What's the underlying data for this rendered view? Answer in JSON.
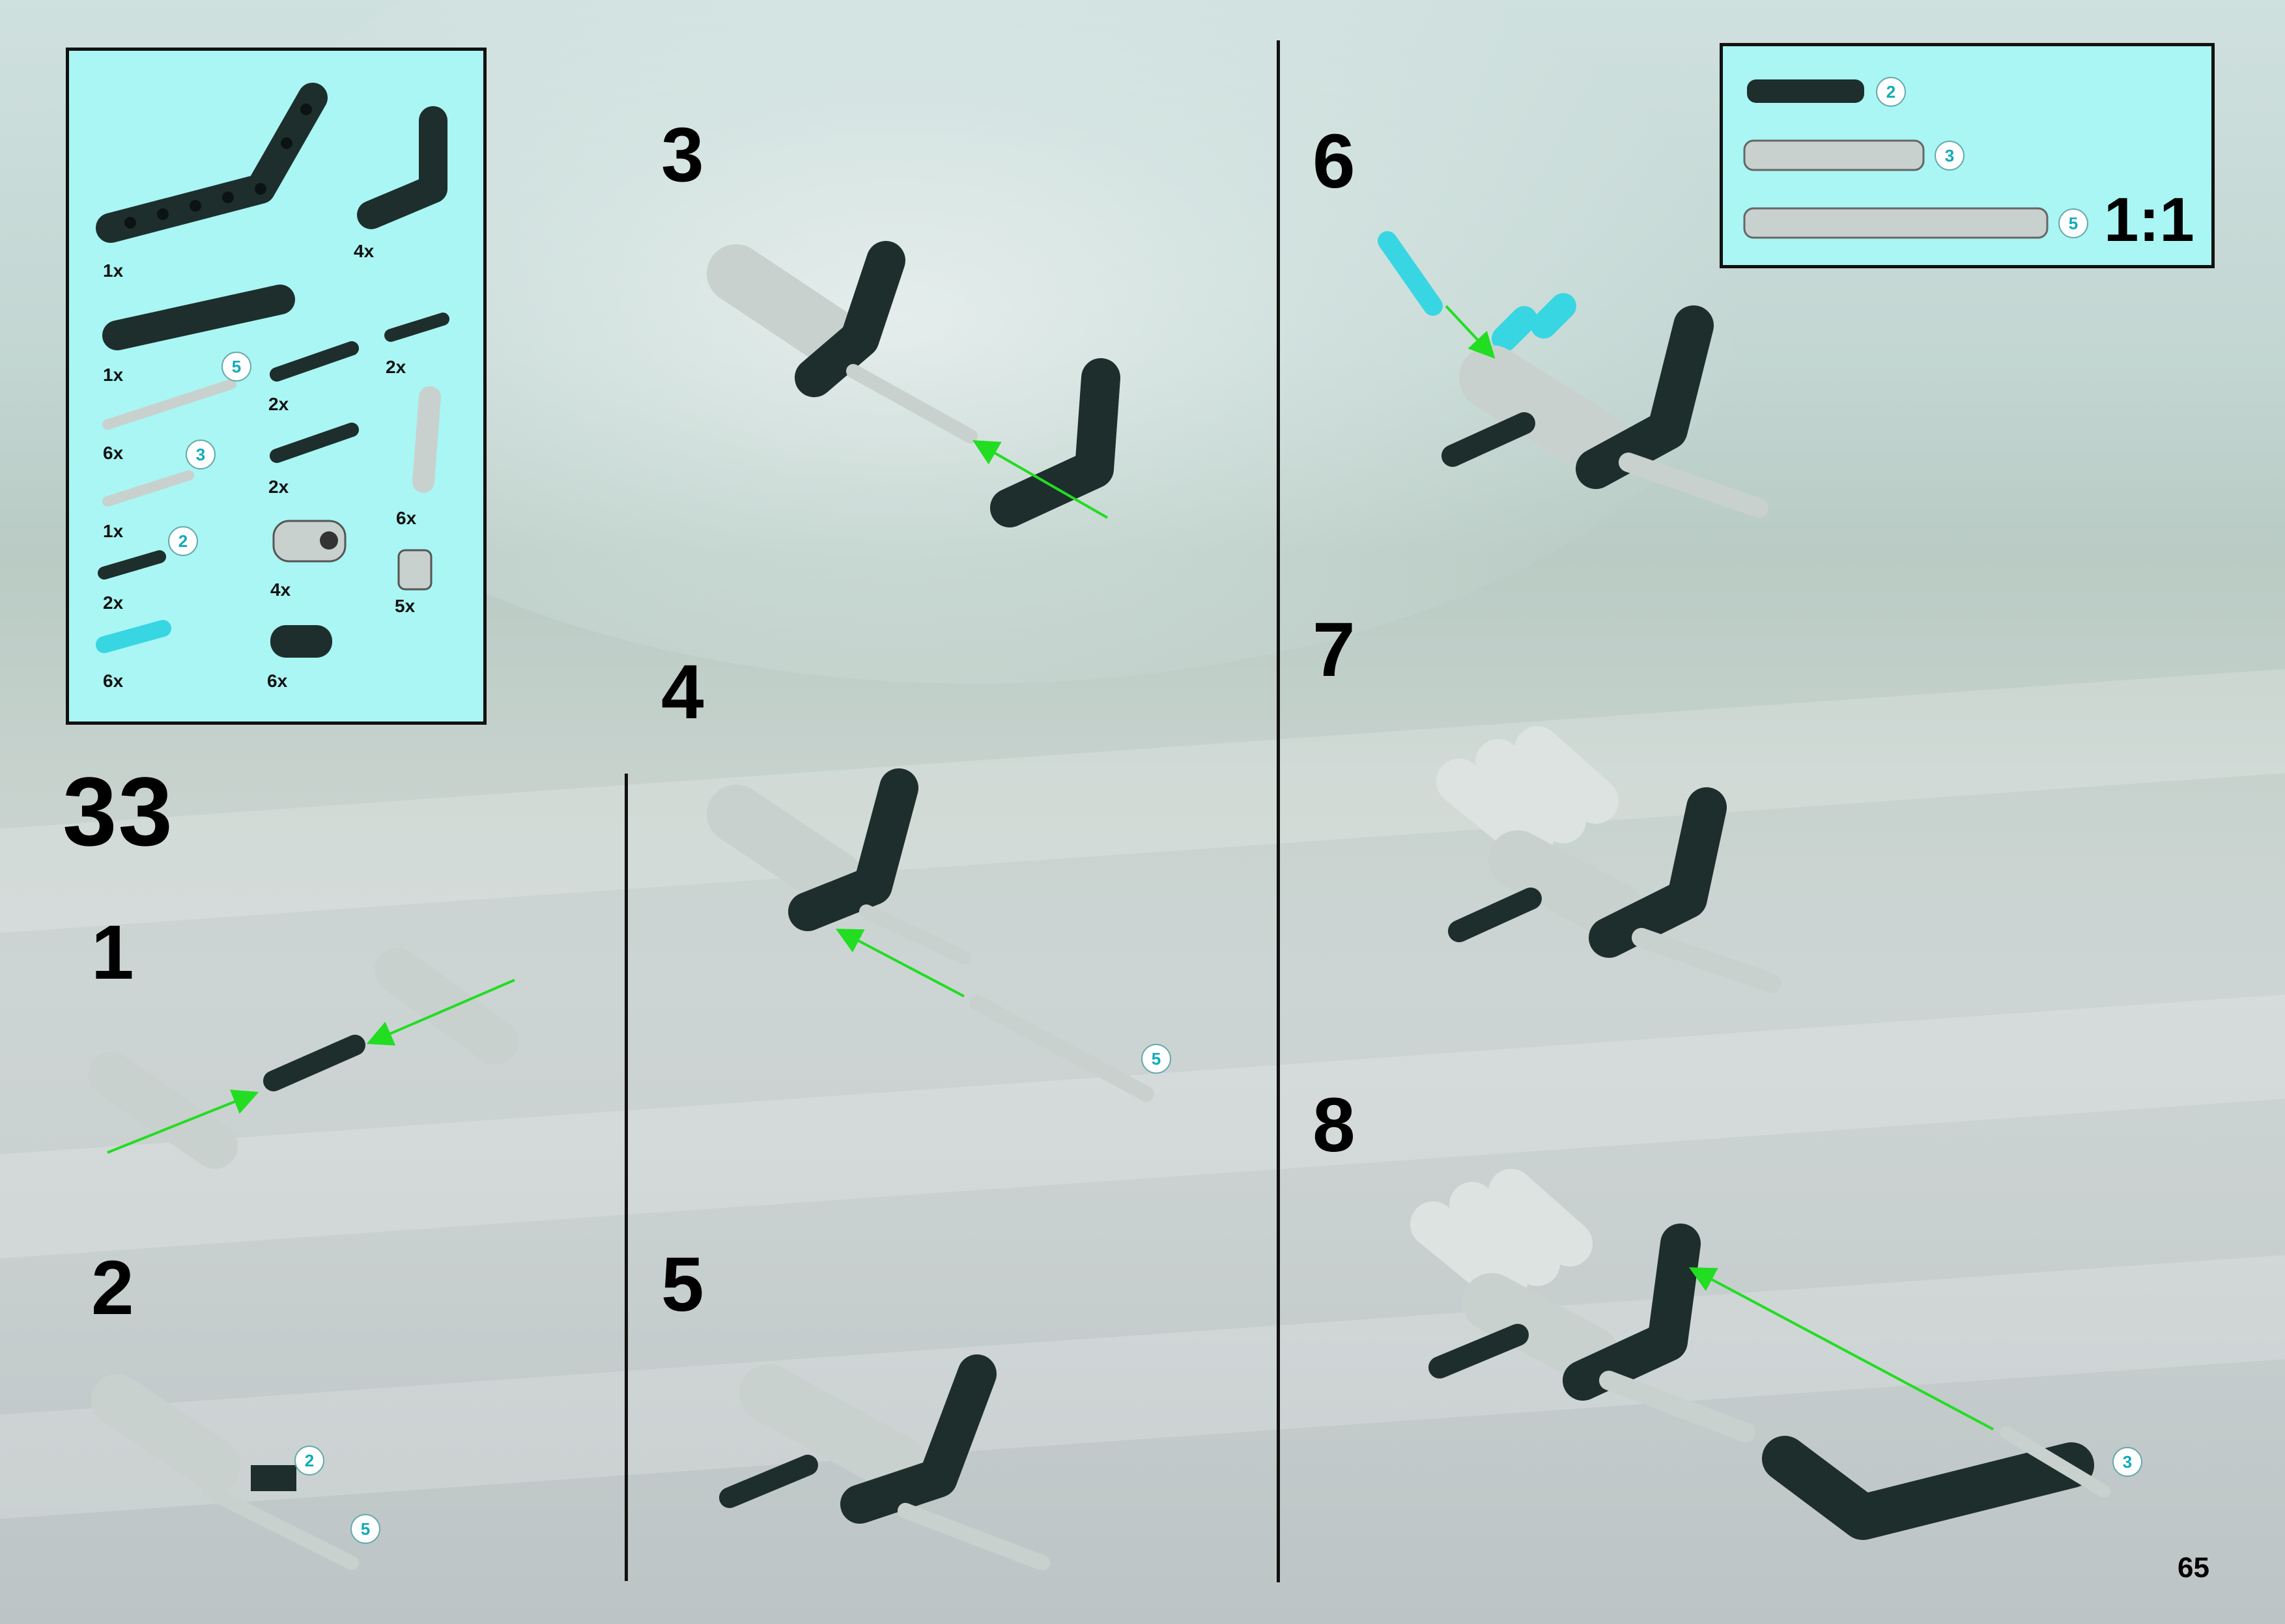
{
  "main_step": "33",
  "sub_steps": [
    "1",
    "2",
    "3",
    "4",
    "5",
    "6",
    "7",
    "8"
  ],
  "parts": [
    {
      "qty": "1x",
      "name": "bent-beam"
    },
    {
      "qty": "4x",
      "name": "l-beam"
    },
    {
      "qty": "1x",
      "name": "straight-beam"
    },
    {
      "qty": "2x",
      "name": "long-pin"
    },
    {
      "qty": "2x",
      "name": "short-pin"
    },
    {
      "qty": "6x",
      "name": "axle-5"
    },
    {
      "qty": "2x",
      "name": "pin-with-bush"
    },
    {
      "qty": "6x",
      "name": "angle-connector"
    },
    {
      "qty": "1x",
      "name": "axle-3"
    },
    {
      "qty": "4x",
      "name": "cross-block"
    },
    {
      "qty": "5x",
      "name": "bush"
    },
    {
      "qty": "2x",
      "name": "axle-2"
    },
    {
      "qty": "6x",
      "name": "cyan-pin"
    },
    {
      "qty": "6x",
      "name": "spring"
    }
  ],
  "badges": {
    "five": "5",
    "three": "3",
    "two": "2"
  },
  "scale": {
    "label": "1:1",
    "items": [
      "2",
      "3",
      "5"
    ]
  },
  "page_number": "65",
  "colors": {
    "accent": "#a9f6f4",
    "arrow": "#22dd22",
    "part_dark": "#1e2e2c",
    "part_light": "#c9d1ce",
    "pin_cyan": "#38d6e2"
  }
}
